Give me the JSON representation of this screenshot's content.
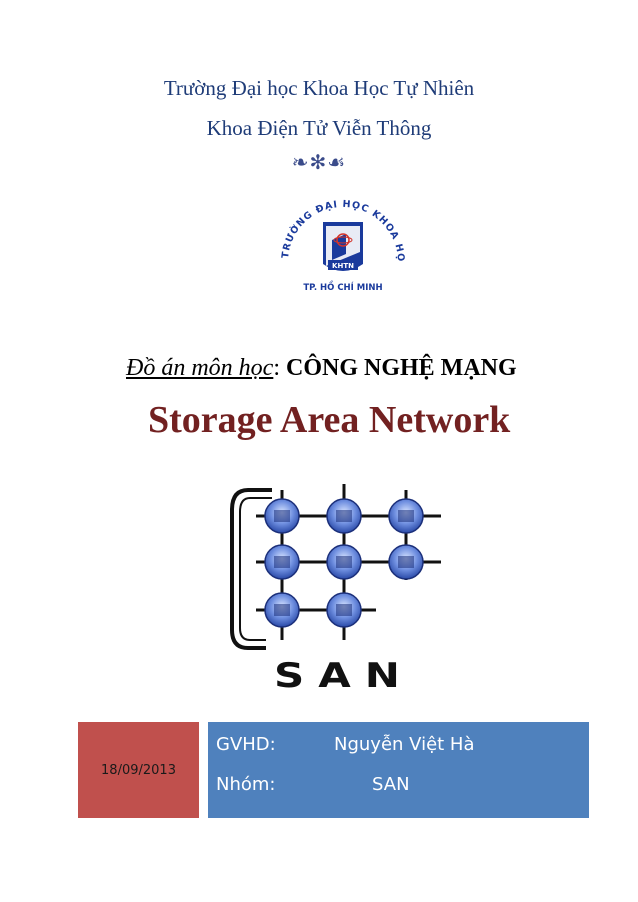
{
  "header": {
    "university": "Trường Đại học Khoa Học Tự Nhiên",
    "faculty": "Khoa Điện Tử Viễn Thông",
    "ornament": "❧✻☙"
  },
  "logo": {
    "ring_text": "TRƯỜNG ĐẠI HỌC KHOA HỌC TỰ NHIÊN",
    "bottom_text": "TP. HỒ CHÍ MINH",
    "badge": "KHTN",
    "colors": {
      "primary": "#1a3a9c",
      "accent": "#d4342a"
    }
  },
  "subtitle": {
    "prefix": "Đồ án môn học",
    "separator": ": ",
    "course": "CÔNG NGHỆ MẠNG"
  },
  "title": "Storage Area Network",
  "san_graphic": {
    "label": "SAN"
  },
  "footer": {
    "date": "18/09/2013",
    "advisor_label": "GVHD:",
    "advisor_name": "Nguyễn Việt Hà",
    "group_label": "Nhóm:",
    "group_name": "SAN"
  },
  "colors": {
    "title": "#722121",
    "date_box": "#c0504d",
    "info_box": "#4f81bd"
  }
}
